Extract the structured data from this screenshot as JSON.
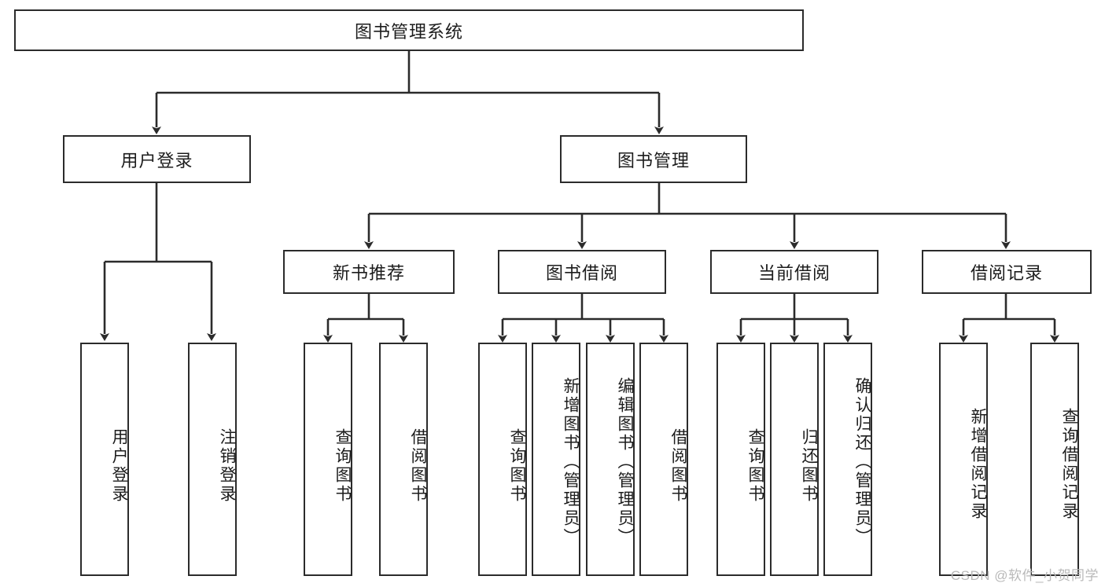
{
  "diagram": {
    "title": "图书管理系统",
    "type": "tree-hierarchy",
    "watermark": "CSDN @软件_小贺同学",
    "root": {
      "id": "root",
      "label": "图书管理系统"
    },
    "level2": [
      {
        "id": "user-login",
        "label": "用户登录"
      },
      {
        "id": "book-manage",
        "label": "图书管理"
      }
    ],
    "level3": [
      {
        "id": "new-book-rec",
        "label": "新书推荐",
        "parent": "book-manage"
      },
      {
        "id": "book-borrow",
        "label": "图书借阅",
        "parent": "book-manage"
      },
      {
        "id": "current-borrow",
        "label": "当前借阅",
        "parent": "book-manage"
      },
      {
        "id": "borrow-record",
        "label": "借阅记录",
        "parent": "book-manage"
      }
    ],
    "leaves": {
      "user_login": [
        {
          "id": "leaf-user-login",
          "label": "用户登录"
        },
        {
          "id": "leaf-logout",
          "label": "注销登录"
        }
      ],
      "new_book_rec": [
        {
          "id": "leaf-query-book-1",
          "label": "查询图书"
        },
        {
          "id": "leaf-borrow-book-1",
          "label": "借阅图书"
        }
      ],
      "book_borrow": [
        {
          "id": "leaf-query-book-2",
          "label": "查询图书"
        },
        {
          "id": "leaf-add-book",
          "label": "新增图书（管理员）"
        },
        {
          "id": "leaf-edit-book",
          "label": "编辑图书（管理员）"
        },
        {
          "id": "leaf-borrow-book-2",
          "label": "借阅图书"
        }
      ],
      "current_borrow": [
        {
          "id": "leaf-query-book-3",
          "label": "查询图书"
        },
        {
          "id": "leaf-return-book",
          "label": "归还图书"
        },
        {
          "id": "leaf-confirm-return",
          "label": "确认归还（管理员）"
        }
      ],
      "borrow_record": [
        {
          "id": "leaf-add-record",
          "label": "新增借阅记录"
        },
        {
          "id": "leaf-query-record",
          "label": "查询借阅记录"
        }
      ]
    },
    "colors": {
      "stroke": "#2b2b2b",
      "fill": "#ffffff",
      "text": "#1c1c1c",
      "watermark": "#b9b9b9"
    }
  }
}
